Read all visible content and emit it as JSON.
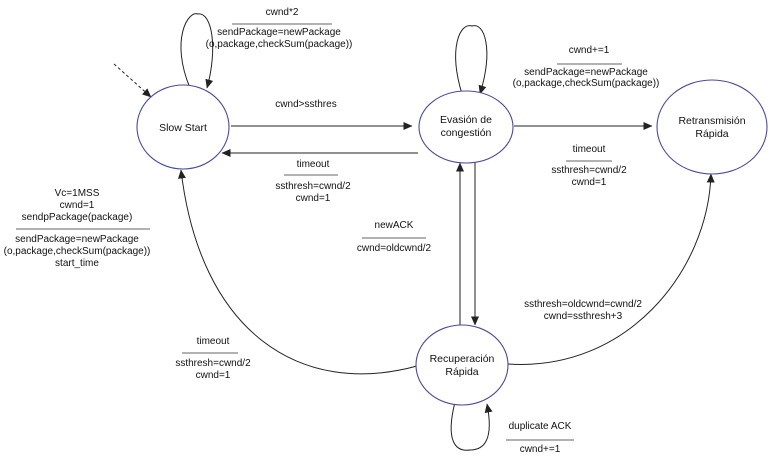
{
  "states": {
    "slow_start": [
      "Slow Start"
    ],
    "evasion": [
      "Evasión de",
      "congestión"
    ],
    "retransmision": [
      "Retransmisión",
      "Rápida"
    ],
    "recuperacion": [
      "Recuperación",
      "Rápida"
    ]
  },
  "transitions": {
    "slow_self": {
      "event": "cwnd*2",
      "action": [
        "sendPackage=newPackage",
        "(o,package,checkSum(package))"
      ]
    },
    "init": {
      "event": [
        "Vc=1MSS",
        "cwnd=1",
        "sendpPackage(package)"
      ],
      "action": [
        "sendPackage=newPackage",
        "(o,package,checkSum(package))",
        "start_time"
      ]
    },
    "slow_to_evasion": {
      "event": "cwnd>ssthres"
    },
    "evasion_to_slow": {
      "event": "timeout",
      "action": [
        "ssthresh=cwnd/2",
        "cwnd=1"
      ]
    },
    "evasion_self": {
      "event": "cwnd+=1",
      "action": [
        "sendPackage=newPackage",
        "(o,package,checkSum(package))"
      ]
    },
    "evasion_to_retrans": {
      "event": "timeout",
      "action": [
        "ssthresh=cwnd/2",
        "cwnd=1"
      ]
    },
    "recup_to_evasion": {
      "event": "newACK",
      "action": [
        "cwnd=oldcwnd/2"
      ]
    },
    "recup_to_slow": {
      "event": "timeout",
      "action": [
        "ssthresh=cwnd/2",
        "cwnd=1"
      ]
    },
    "recup_to_retrans": {
      "action": [
        "ssthresh=oldcwnd=cwnd/2",
        "cwnd=ssthresh+3"
      ]
    },
    "recup_self": {
      "event": "duplicate ACK",
      "action": [
        "cwnd+=1"
      ]
    }
  }
}
